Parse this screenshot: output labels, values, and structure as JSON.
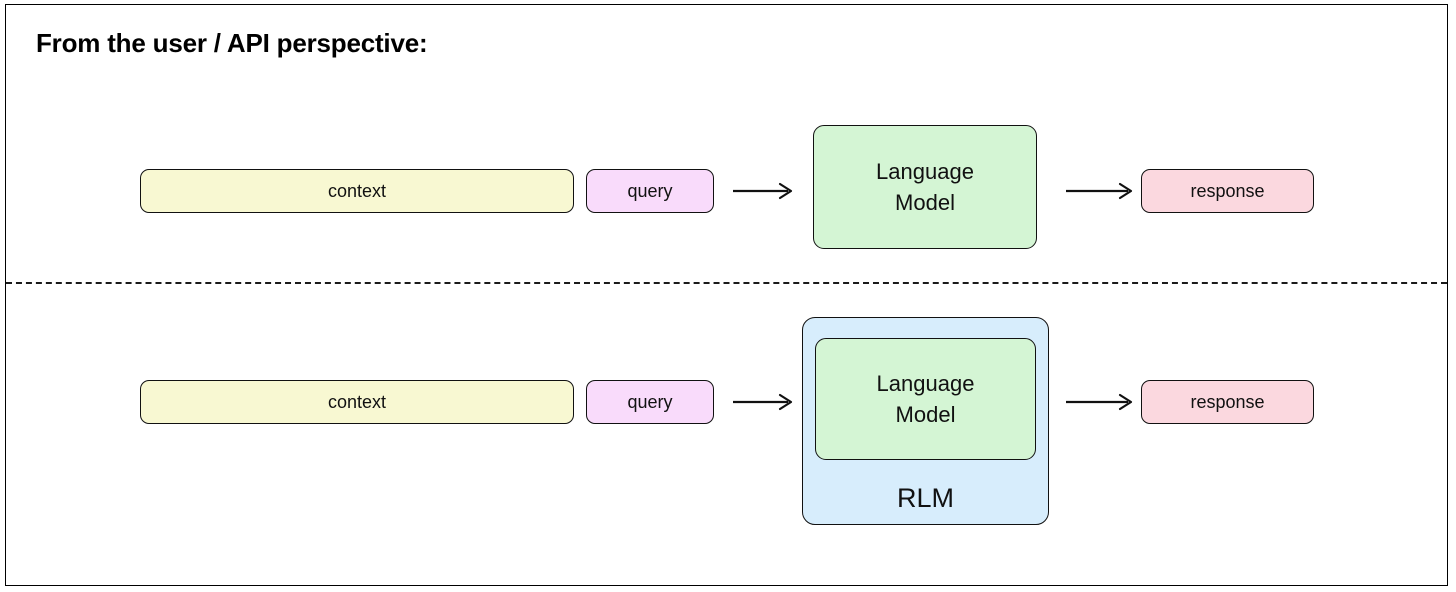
{
  "page": {
    "title": "From the user / API perspective:",
    "background": "#ffffff",
    "border_color": "#000000"
  },
  "colors": {
    "context_fill": "#F8F8D2",
    "query_fill": "#F9DBFB",
    "response_fill": "#FBD8DF",
    "language_model_fill": "#D4F5D4",
    "rlm_fill": "#D7EDFC",
    "stroke": "#111111",
    "divider": "#1a1a1a"
  },
  "divider": {
    "style": "dashed",
    "name": "horizontal-dashed-separator"
  },
  "rows": [
    {
      "id": "top-row",
      "context": {
        "label": "context"
      },
      "query": {
        "label": "query"
      },
      "arrow_in": {
        "label": "arrow-right"
      },
      "model": {
        "line1": "Language",
        "line2": "Model"
      },
      "arrow_out": {
        "label": "arrow-right"
      },
      "response": {
        "label": "response"
      },
      "wrapper": null
    },
    {
      "id": "bottom-row",
      "context": {
        "label": "context"
      },
      "query": {
        "label": "query"
      },
      "arrow_in": {
        "label": "arrow-right"
      },
      "model": {
        "line1": "Language",
        "line2": "Model"
      },
      "arrow_out": {
        "label": "arrow-right"
      },
      "response": {
        "label": "response"
      },
      "wrapper": {
        "label": "RLM"
      }
    }
  ]
}
